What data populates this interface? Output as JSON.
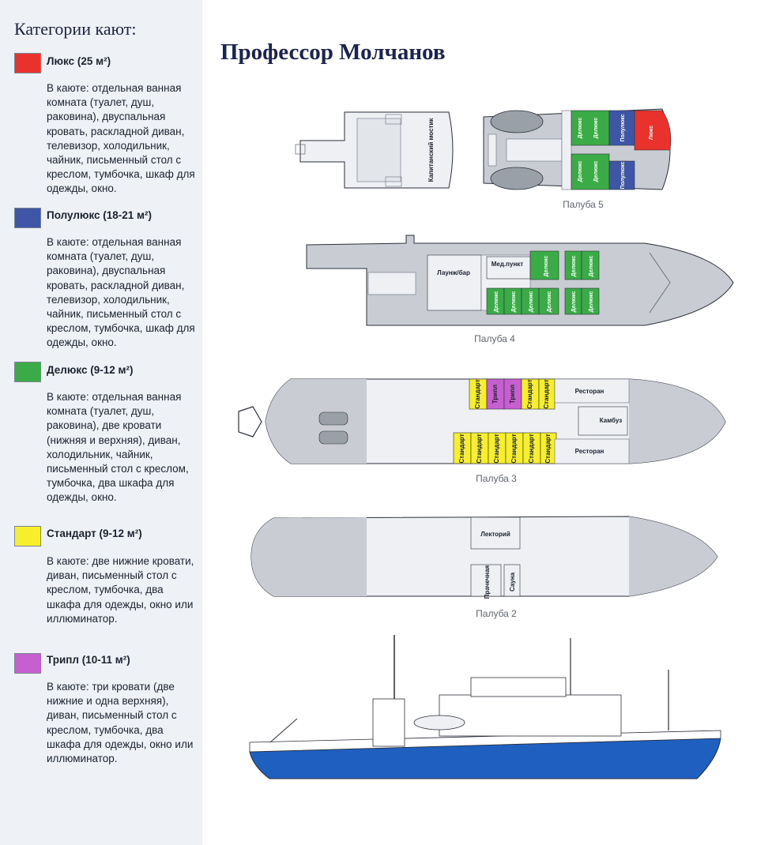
{
  "title": "Профессор Молчанов",
  "legend": {
    "heading": "Категории кают:",
    "categories": [
      {
        "name": "Люкс (25 м²)",
        "color": "#e8322b",
        "description": "В каюте: отдельная ванная комната (туалет, душ, раковина), двуспальная кровать, раскладной диван, телевизор, холодильник, чайник, письменный стол с креслом, тумбочка, шкаф для одежды, окно."
      },
      {
        "name": "Полулюкс (18-21 м²)",
        "color": "#3f55a6",
        "description": "В каюте: отдельная ванная комната (туалет, душ, раковина), двуспальная кровать, раскладной диван, телевизор, холодильник, чайник, письменный стол с креслом, тумбочка, шкаф для одежды, окно."
      },
      {
        "name": "Делюкс (9-12 м²)",
        "color": "#3bab48",
        "description": "В каюте: отдельная ванная комната (туалет, душ, раковина), две кровати (нижняя и верхняя), диван, холодильник, чайник, письменный стол с креслом, тумбочка, два шкафа для одежды, окно."
      },
      {
        "name": "Стандарт (9-12 м²)",
        "color": "#f8ef2c",
        "description": "В каюте: две нижние кровати, диван, письменный стол с креслом, тумбочка, два шкафа для одежды, окно или иллюминатор."
      },
      {
        "name": "Трипл (10-11 м²)",
        "color": "#c85fd0",
        "description": "В каюте: три кровати (две нижние и одна верхняя), диван, письменный стол с креслом, тумбочка, два шкафа для одежды, окно или иллюминатор."
      }
    ]
  },
  "decks": {
    "deck5": {
      "label": "Палуба 5",
      "bridge": "Капитанский мостик",
      "deluxe": "Делюкс",
      "semi_lux": "Полулюкс",
      "lux": "Люкс"
    },
    "deck4": {
      "label": "Палуба 4",
      "lounge": "Лаунж/бар",
      "medical": "Мед.пункт",
      "deluxe": "Делюкс"
    },
    "deck3": {
      "label": "Палуба 3",
      "restaurant": "Ресторан",
      "galley": "Камбуз",
      "standard": "Стандарт",
      "triple": "Трипл"
    },
    "deck2": {
      "label": "Палуба 2",
      "lecture": "Лекторий",
      "laundry": "Прачечная",
      "sauna": "Сауна"
    }
  },
  "colors": {
    "lux": "#e8322b",
    "semi_lux": "#3f55a6",
    "deluxe": "#3bab48",
    "standard": "#f8ef2c",
    "triple": "#c85fd0",
    "hull_blue": "#1f5fbf",
    "deck_grey": "#c9cdd3",
    "deck_light": "#eef0f3",
    "outline": "#2a2f38"
  }
}
